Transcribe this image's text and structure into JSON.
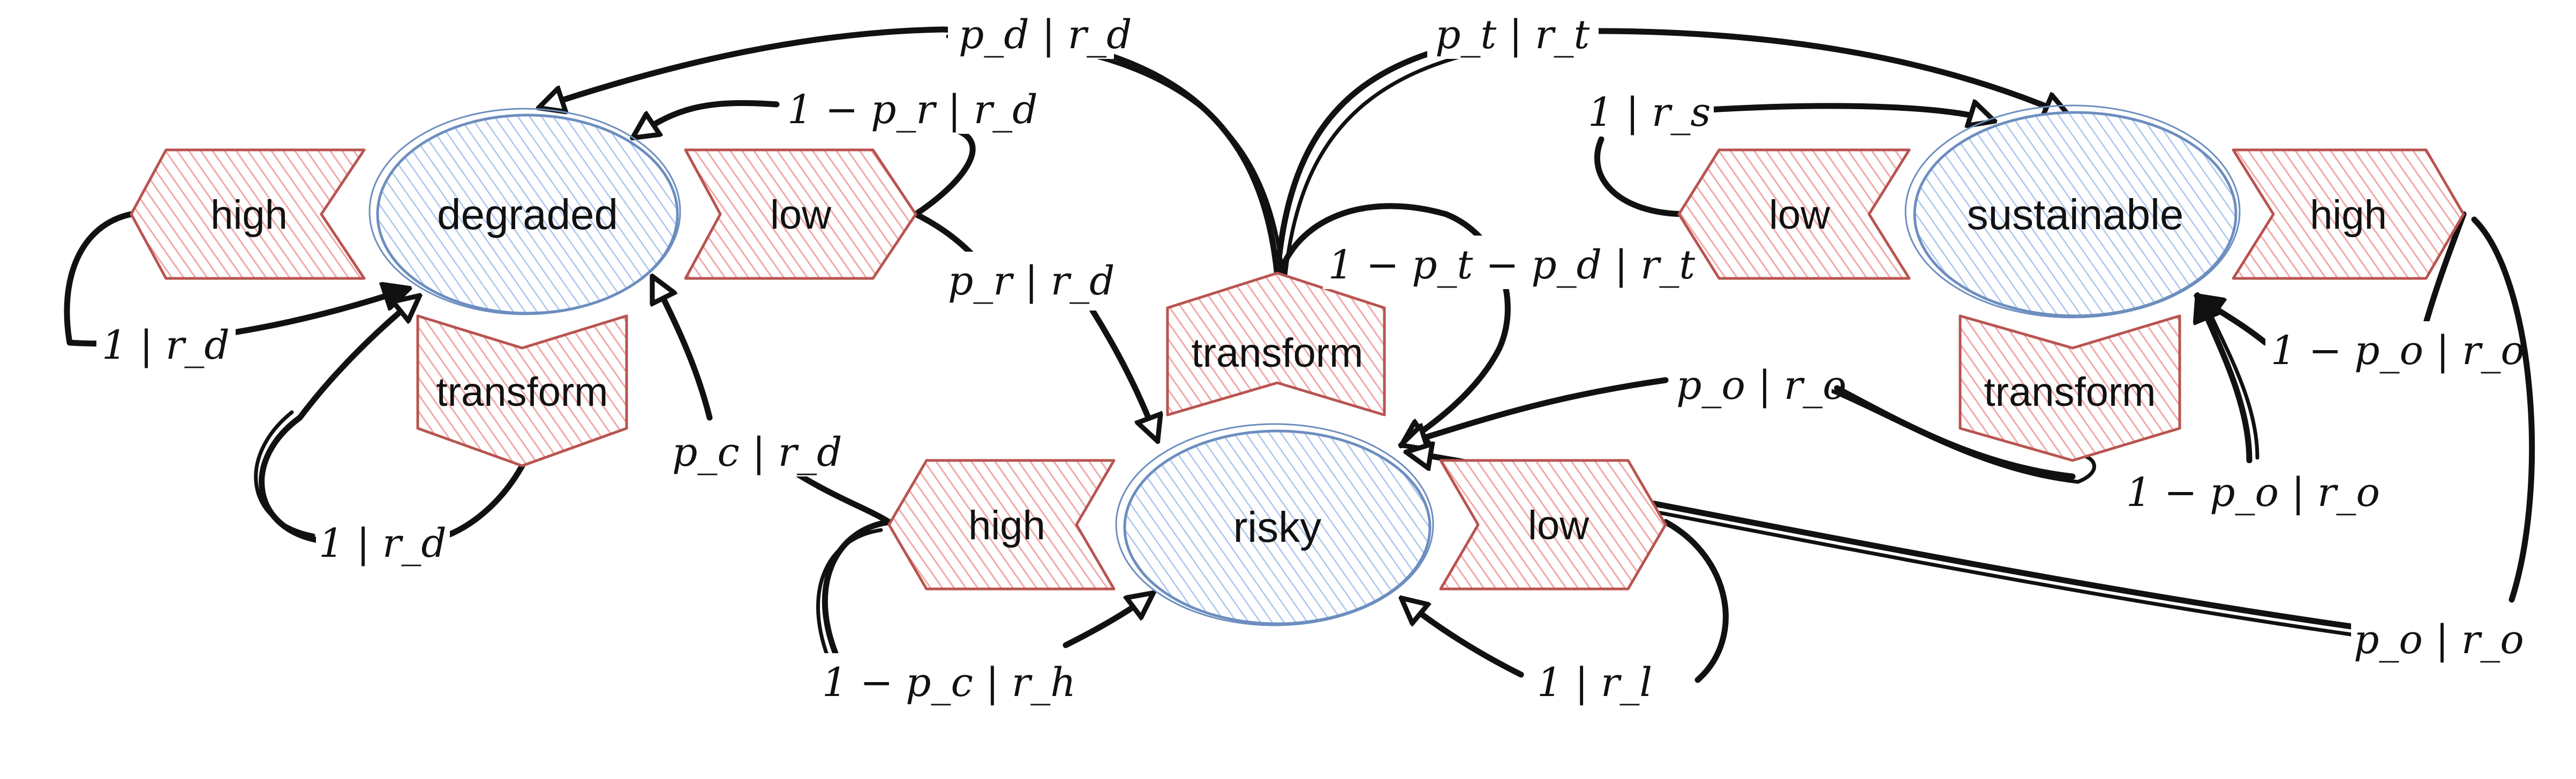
{
  "diagram": {
    "states": {
      "degraded": "degraded",
      "sustainable": "sustainable",
      "risky": "risky"
    },
    "actions": {
      "degraded_high": "high",
      "degraded_low": "low",
      "degraded_transform": "transform",
      "center_transform": "transform",
      "sustainable_low": "low",
      "sustainable_high": "high",
      "sustainable_transform": "transform",
      "risky_high": "high",
      "risky_low": "low"
    },
    "edge_labels": {
      "pd_rd": "p_d | r_d",
      "pt_rt": "p_t | r_t",
      "one_minus_pr_rd": "1 − p_r | r_d",
      "one_rs": "1 | r_s",
      "pr_rd": "p_r | r_d",
      "one_rd_left": "1 | r_d",
      "one_rd_transform": "1 | r_d",
      "pc_rd": "p_c | r_d",
      "one_minus_pt_pd_rt": "1 − p_t − p_d | r_t",
      "po_ro_top": "p_o | r_o",
      "one_minus_po_ro_right": "1 − p_o | r_o",
      "one_minus_po_ro_bottom": "1 − p_o | r_o",
      "po_ro_bottom": "p_o | r_o",
      "one_minus_pc_rh": "1 − p_c | r_h",
      "one_rl": "1 | r_l"
    }
  }
}
